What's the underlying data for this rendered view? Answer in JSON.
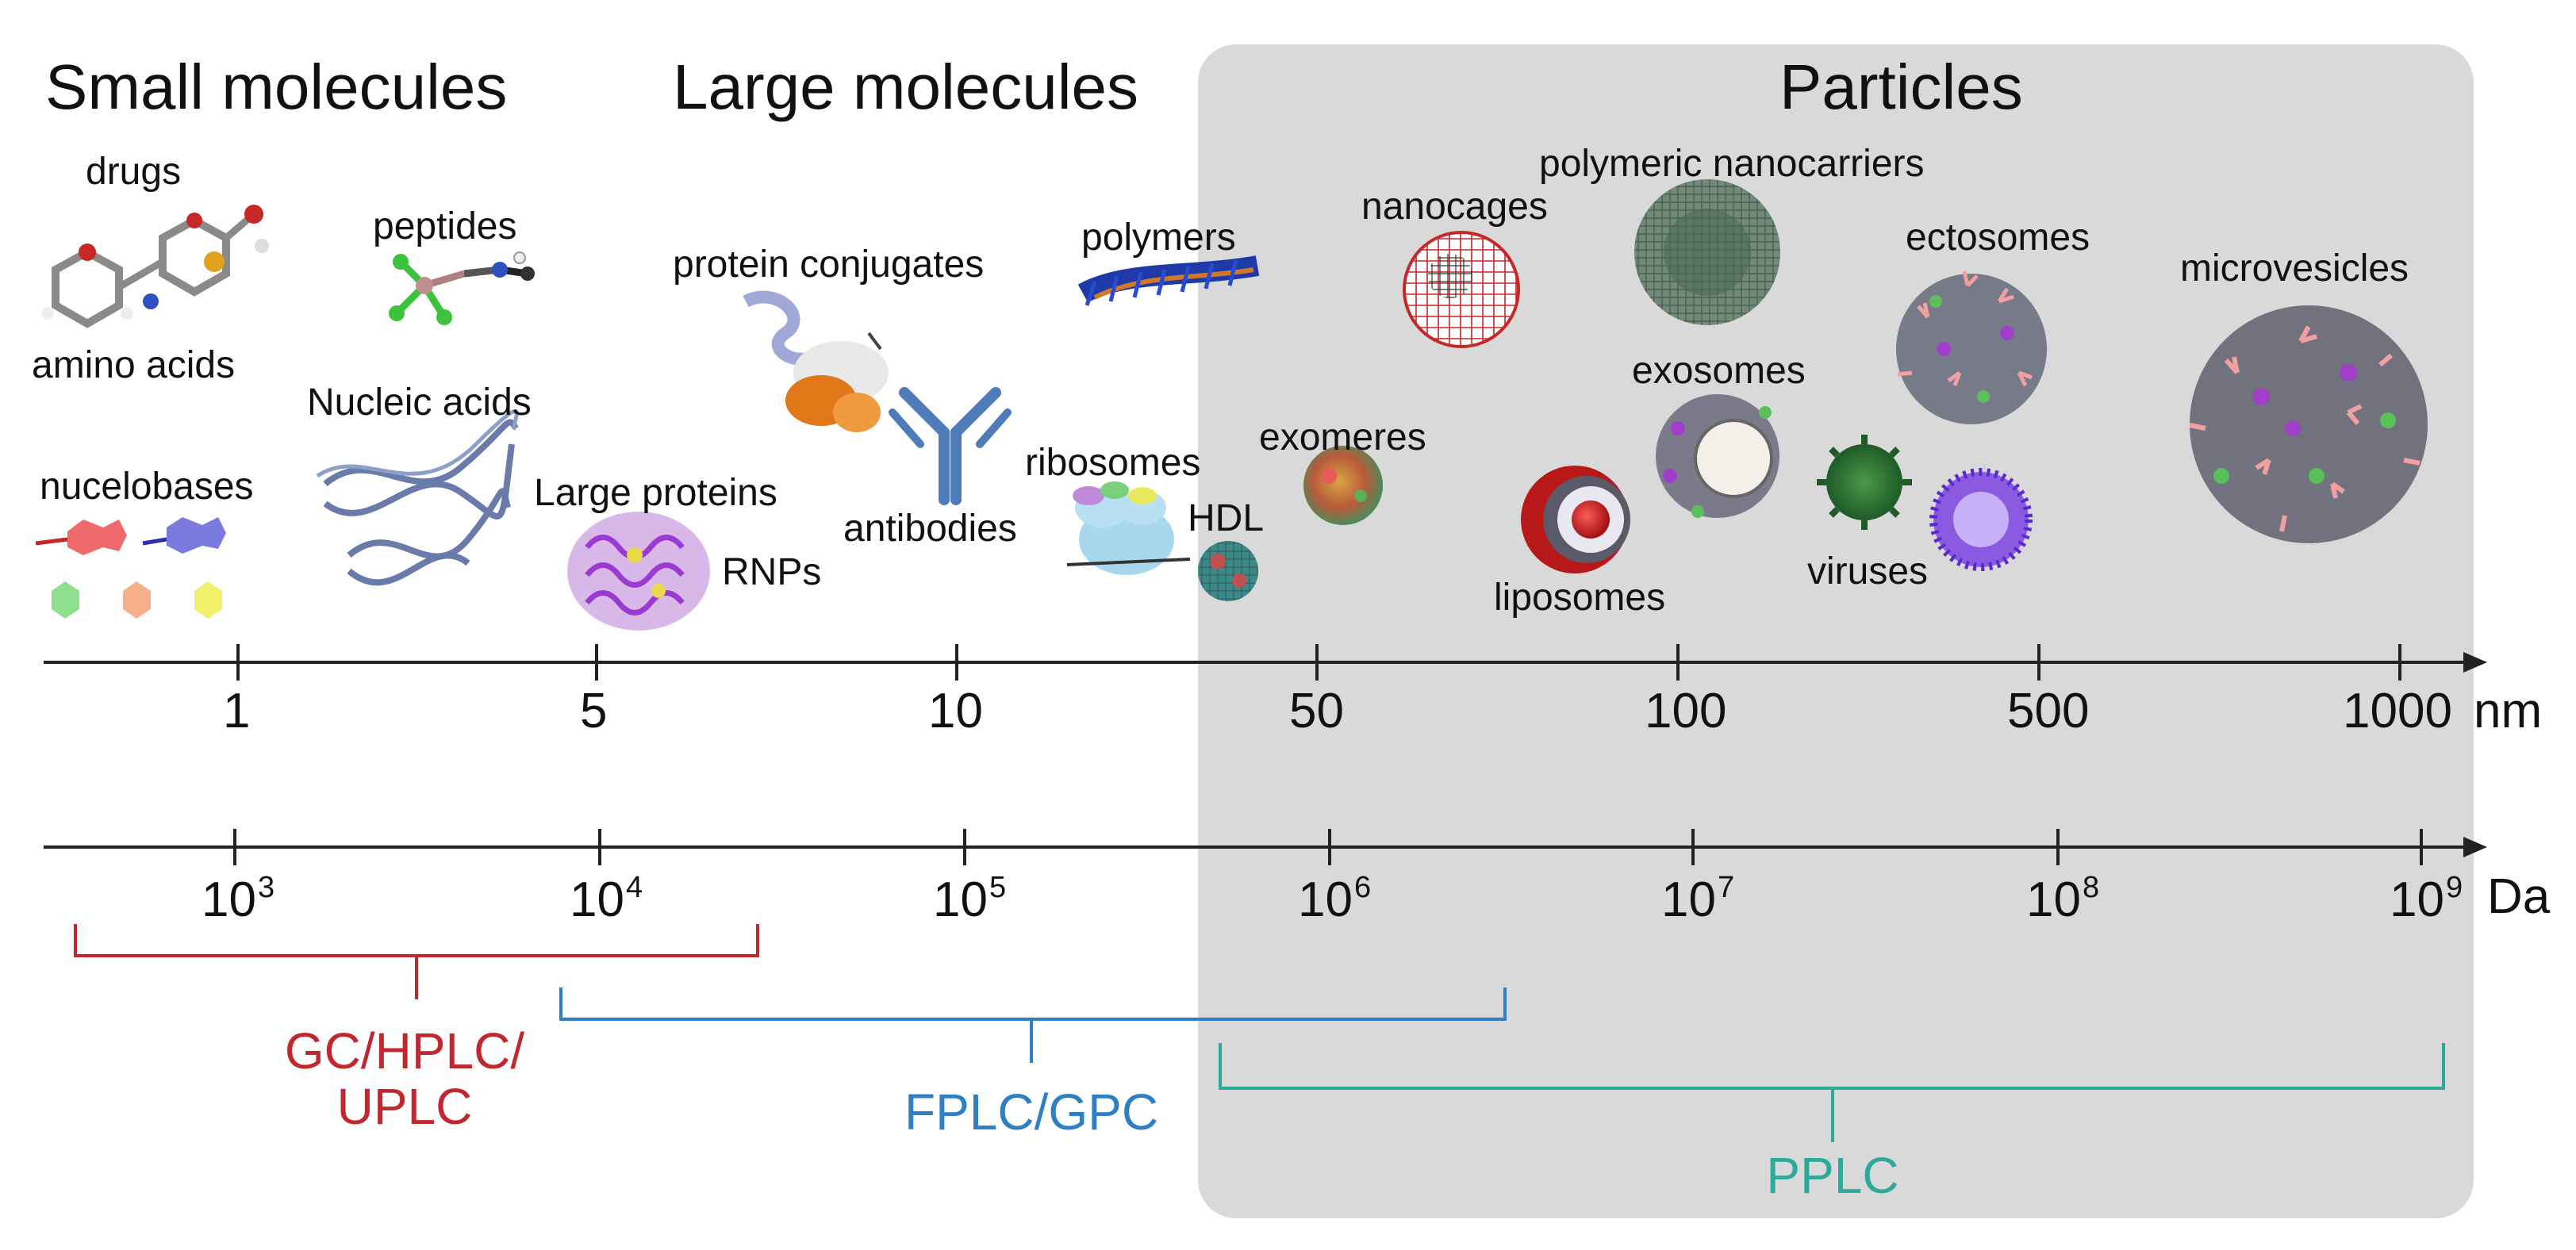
{
  "headers": {
    "small": "Small molecules",
    "large": "Large molecules",
    "particles": "Particles"
  },
  "labels": {
    "drugs": "drugs",
    "peptides": "peptides",
    "amino_acids": "amino  acids",
    "nucleic_acids": "Nucleic acids",
    "nucelobases": "nucelobases",
    "protein_conjugates": "protein  conjugates",
    "large_proteins": "Large  proteins",
    "rnps": "RNPs",
    "antibodies": "antibodies",
    "polymers": "polymers",
    "ribosomes": "ribosomes",
    "hdl": "HDL",
    "exomeres": "exomeres",
    "nanocages": "nanocages",
    "polymeric_nanocarriers": "polymeric  nanocarriers",
    "exosomes": "exosomes",
    "liposomes": "liposomes",
    "ectosomes": "ectosomes",
    "viruses": "viruses",
    "microvesicles": "microvesicles"
  },
  "axis_nm": {
    "unit": "nm",
    "ticks": [
      "1",
      "5",
      "10",
      "50",
      "100",
      "500",
      "1000"
    ]
  },
  "axis_da": {
    "unit": "Da",
    "base": "10",
    "exponents": [
      "3",
      "4",
      "5",
      "6",
      "7",
      "8",
      "9"
    ]
  },
  "methods": {
    "gc_line1": "GC/HPLC/",
    "gc_line2": "UPLC",
    "fplc": "FPLC/GPC",
    "pplc": "PPLC"
  },
  "colors": {
    "particles_bg": "#d9d9d9",
    "gc": "#c0282d",
    "fplc": "#2e7fc4",
    "pplc": "#2eaa9a"
  }
}
